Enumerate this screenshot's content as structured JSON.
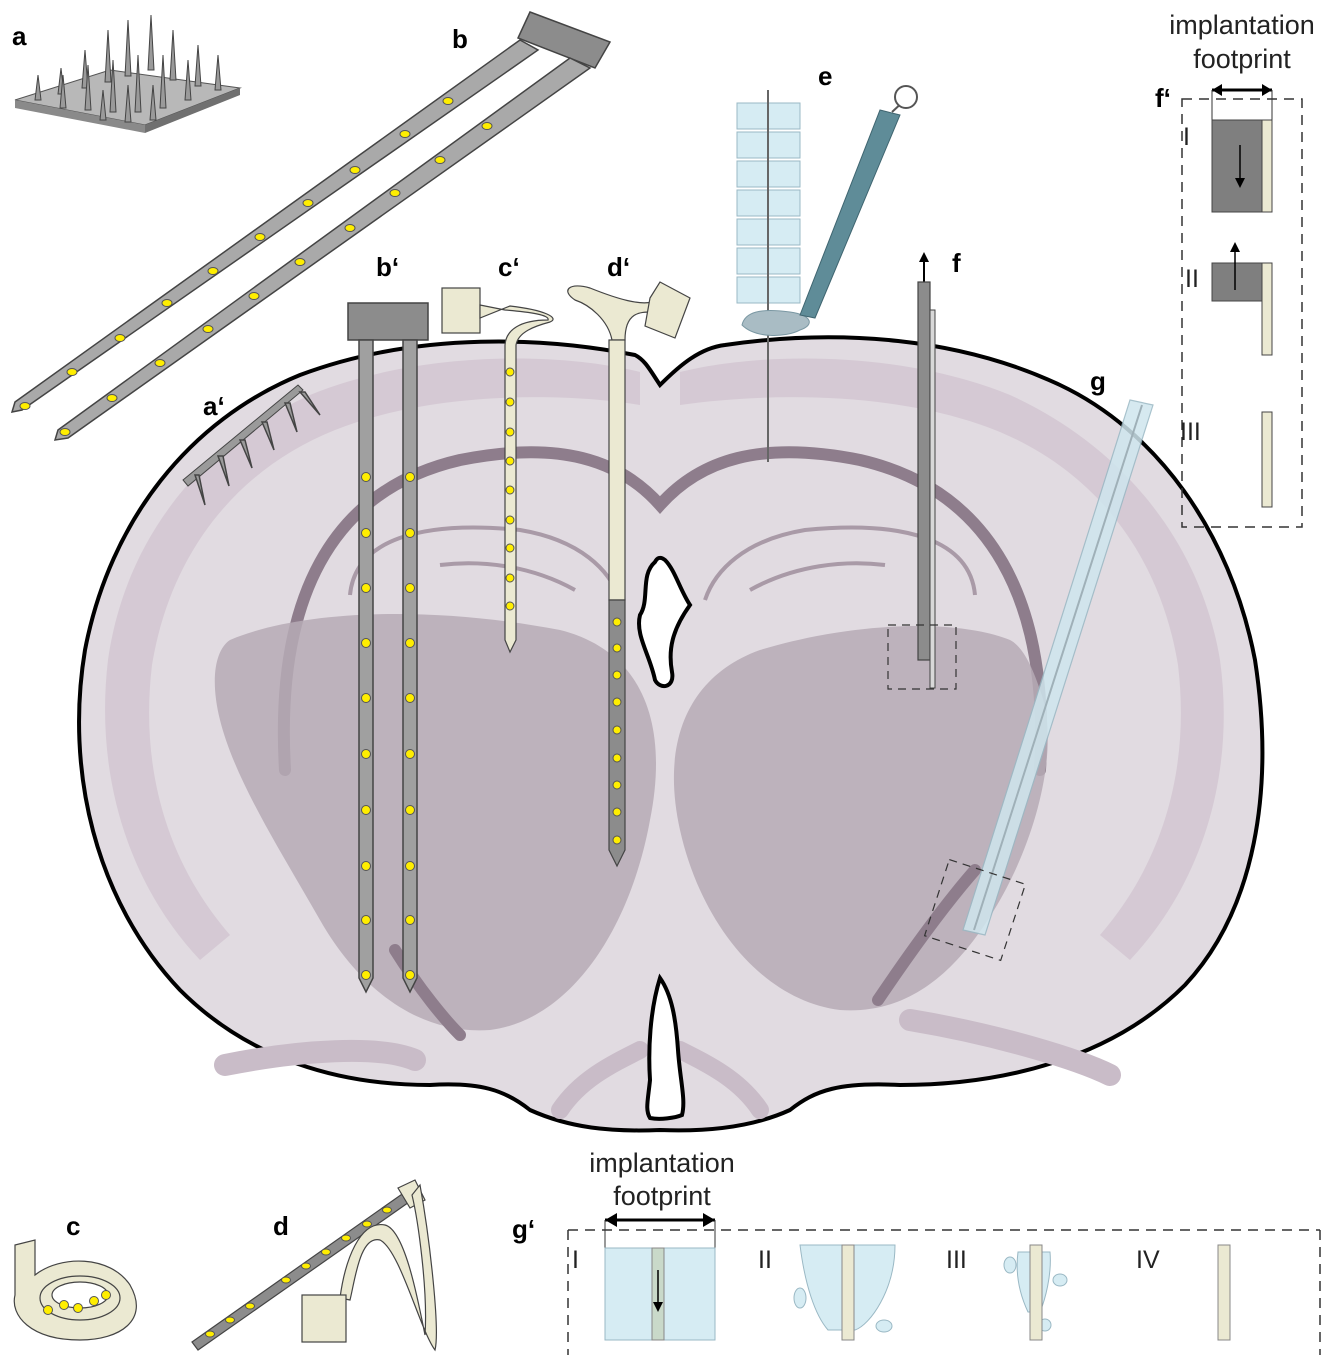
{
  "colors": {
    "brain_fill": "#e1dbe1",
    "brain_outline": "#000000",
    "cortex_band": "#cec3cd",
    "deep_region": "#b6aab5",
    "dark_tract": "#8e7d8c",
    "probe_gray": "#a6a6a6",
    "probe_dark": "#7f7f7f",
    "contact_yellow": "#ffee00",
    "flex_cream": "#ebe9d2",
    "glass_blue": "#cfe6ee",
    "syringe_blue": "#5f8c98"
  },
  "labels": {
    "a": "a",
    "a_prime": "a‘",
    "b": "b",
    "b_prime": "b‘",
    "c": "c",
    "c_prime": "c‘",
    "d": "d",
    "d_prime": "d‘",
    "e": "e",
    "f": "f",
    "f_prime": "f‘",
    "g": "g",
    "g_prime": "g‘"
  },
  "footprint_top": {
    "line1": "implantation",
    "line2": "footprint"
  },
  "footprint_bottom": {
    "line1": "implantation",
    "line2": "footprint"
  },
  "f_steps": [
    "I",
    "II",
    "III"
  ],
  "g_steps": [
    "I",
    "II",
    "III",
    "IV"
  ],
  "icons": {
    "utah_array": "microneedle-array-icon",
    "shank_probe": "silicon-shank-probe-icon",
    "flex_probe": "flexible-polymer-probe-icon",
    "syringe": "injection-syringe-icon",
    "shuttle": "insertion-shuttle-icon",
    "dissolvable": "dissolvable-carrier-icon"
  }
}
